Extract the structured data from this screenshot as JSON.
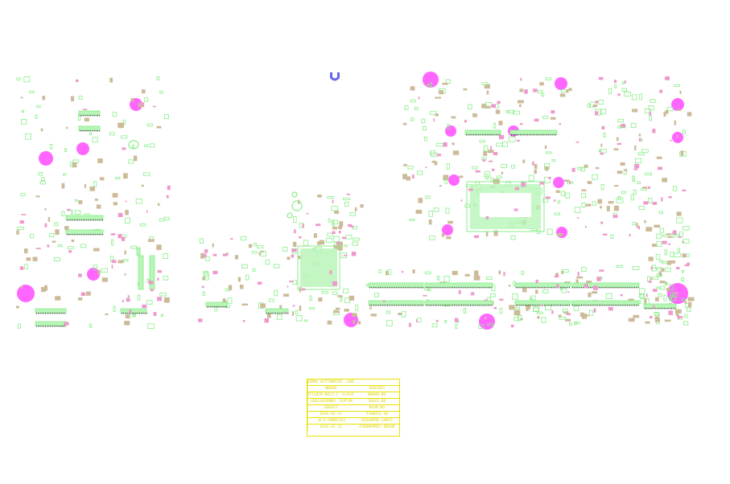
{
  "title_block": {
    "rows": [
      [
        "DWG. 2019N07510 A0M01",
        ""
      ],
      [
        "DRAWN",
        "CHECKED"
      ],
      [
        "SCALE: 1:1(ON PCB)[TA-A]",
        "ON DRAWN"
      ],
      [
        "METRIC (UNRESOLVED)",
        "ON ISSUE"
      ],
      [
        "ISSUED",
        "ON MAIN"
      ],
      [
        "12-18-2019",
        "QA SIGNOFF"
      ],
      [
        "CUSTOMER P.N.",
        "FINAL APPROVED"
      ],
      [
        "12-18-2019",
        "BOARD COMPONENTS"
      ]
    ]
  },
  "colors": {
    "mounting_hole": "#ff66ff",
    "component_outline": "#88ee88",
    "component_body": "#ccbb99",
    "silkscreen_pink": "#ee99cc",
    "title_block": "#e8e100",
    "marker": "#6666ee"
  },
  "icons": {
    "mounting_hole": "magenta-circle-icon",
    "marker": "blue-u-marker-icon"
  }
}
